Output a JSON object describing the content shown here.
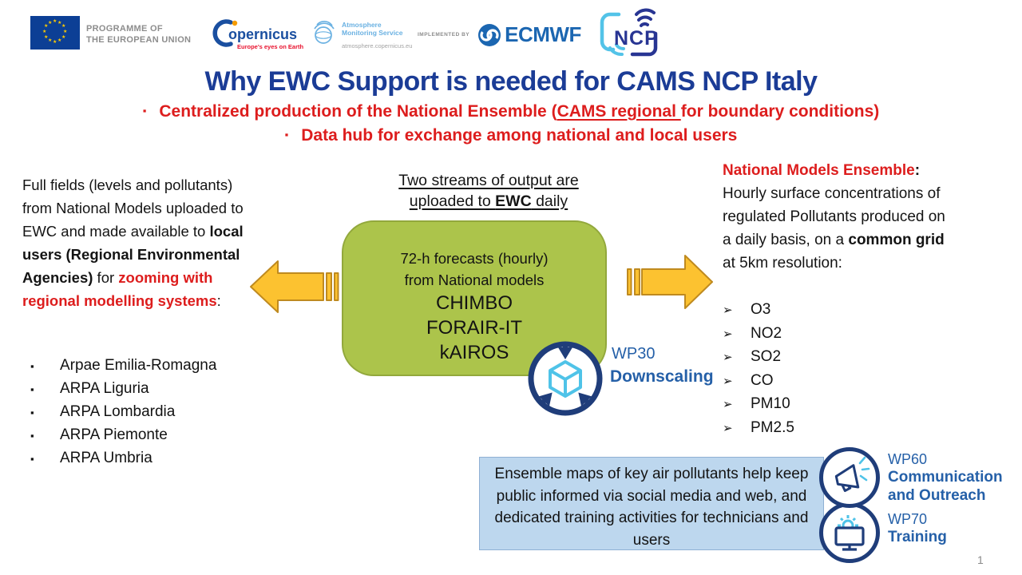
{
  "ui": {
    "square_bullet": "▪",
    "arrow_bullet": "➢",
    "star": "★"
  },
  "colors": {
    "title_blue": "#1b3c96",
    "accent_red": "#dd1d1d",
    "green_box": "#acc44b",
    "callout_blue": "#bdd7ee",
    "arrow_gold": "#fcc230",
    "wp_text_blue": "#2560a8",
    "wp_icon_navy": "#1f3d7a",
    "wp_icon_cyan": "#4fc3e8"
  },
  "header": {
    "eu_programme": {
      "line1": "PROGRAMME OF",
      "line2": "THE EUROPEAN UNION"
    },
    "copernicus": {
      "wordmark": "opernicus",
      "tagline": "Europe's eyes on Earth"
    },
    "cams": {
      "service_line1": "Atmosphere",
      "service_line2": "Monitoring Service",
      "url": "atmosphere.copernicus.eu"
    },
    "ecmwf": {
      "implemented_by": "IMPLEMENTED BY",
      "wordmark": "ECMWF"
    },
    "ncp": {
      "wordmark": "NCP"
    }
  },
  "title": "Why EWC Support is needed for CAMS NCP Italy",
  "key_points": {
    "point1": {
      "pre": "Centralized production of the National Ensemble (",
      "underlined": "CAMS regional ",
      "post": "for boundary conditions)"
    },
    "point2": "Data hub for exchange among national and local users"
  },
  "left_panel": {
    "intro": {
      "seg1": "Full fields (levels and pollutants) from National Models uploaded to EWC and made available to ",
      "bold1": "local users (Regional Environmental Agencies)",
      "seg2": " for ",
      "red_bold": "zooming with regional modelling systems",
      "seg3": ":"
    },
    "agencies": [
      "Arpae Emilia-Romagna",
      "ARPA Liguria",
      "ARPA Lombardia",
      "ARPA Piemonte",
      "ARPA Umbria"
    ]
  },
  "center": {
    "heading": {
      "line1": "Two streams of output are",
      "line2_pre": "uploaded to ",
      "line2_bold": "EWC",
      "line2_post": " daily"
    },
    "green_box": {
      "line1": "72-h forecasts (hourly)",
      "line2": "from National models",
      "models": [
        "CHIMBO",
        "FORAIR-IT",
        "kAIROS"
      ]
    }
  },
  "right_panel": {
    "heading_red": "National Models Ensemble",
    "heading_colon": ":",
    "body": {
      "seg1": "Hourly surface concentrations of regulated Pollutants produced on a daily basis, on a ",
      "bold": "common grid",
      "seg2": " at 5km resolution:"
    },
    "pollutants": [
      "O3",
      "NO2",
      "SO2",
      "CO",
      "PM10",
      "PM2.5"
    ]
  },
  "work_packages": {
    "wp30": {
      "code": "WP30",
      "label": "Downscaling"
    },
    "wp60": {
      "code": "WP60",
      "label_line1": "Communication",
      "label_line2": "and Outreach"
    },
    "wp70": {
      "code": "WP70",
      "label": "Training"
    }
  },
  "callout_box": "Ensemble maps of key air pollutants help keep public informed via social media and web, and dedicated training activities for technicians and users",
  "page_number": "1"
}
